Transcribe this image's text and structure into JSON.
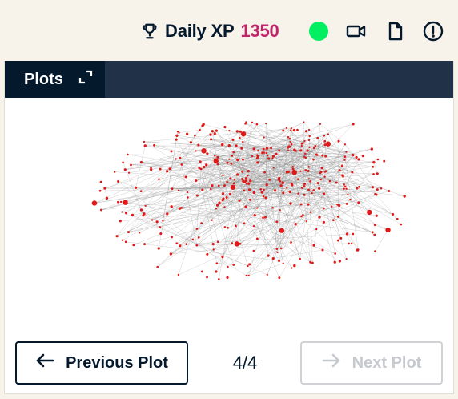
{
  "header": {
    "xp_label": "Daily XP",
    "xp_value": "1350",
    "status_color": "#03ef62",
    "icons": [
      "trophy-icon",
      "video-icon",
      "document-icon",
      "alert-icon"
    ]
  },
  "panel": {
    "tab_label": "Plots",
    "tab_icon": "expand-icon",
    "prev_label": "Previous Plot",
    "next_label": "Next Plot",
    "counter": "4/4",
    "next_enabled": false
  },
  "colors": {
    "dark_navy": "#05192d",
    "tabbar": "#213147",
    "accent_pink": "#c0246a",
    "node_red": "#e01818",
    "edge_gray": "#8a8a8a"
  }
}
